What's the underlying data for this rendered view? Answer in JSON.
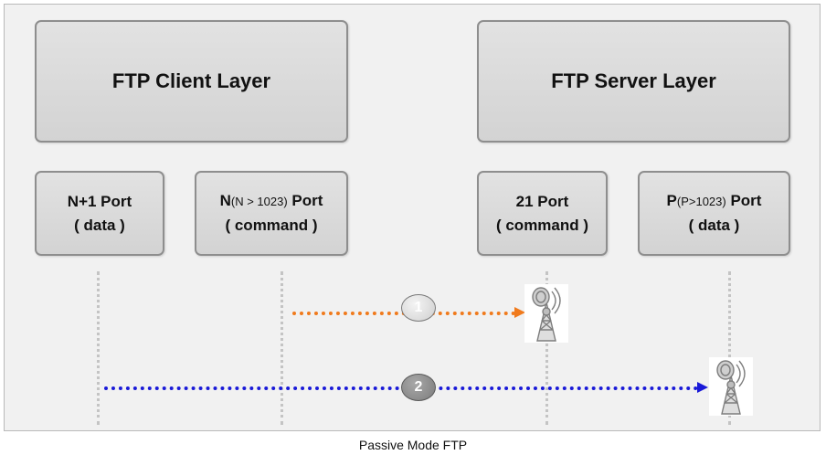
{
  "layers": {
    "client": "FTP Client Layer",
    "server": "FTP Server Layer"
  },
  "ports": [
    {
      "main": "N+1 Port",
      "sub": "( data )"
    },
    {
      "prefix": "N",
      "qualifier": "(N > 1023)",
      "suffix": " Port",
      "sub": "( command )"
    },
    {
      "main": "21 Port",
      "sub": "( command )"
    },
    {
      "prefix": "P",
      "qualifier": "(P>1023)",
      "suffix": " Port",
      "sub": "( data )"
    }
  ],
  "connections": [
    {
      "step": "1",
      "color": "#f07a1c"
    },
    {
      "step": "2",
      "color": "#1a1ad8"
    }
  ],
  "icons": {
    "endpoint": "server-tower-icon"
  },
  "caption": "Passive Mode FTP"
}
